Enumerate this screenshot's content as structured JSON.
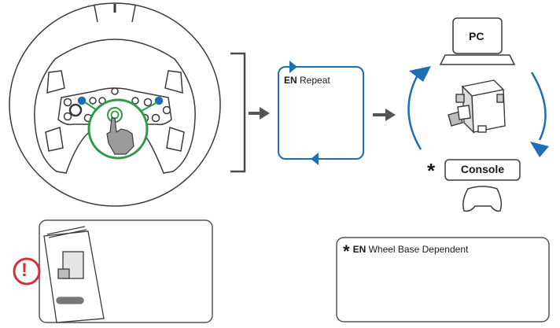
{
  "repeat": {
    "lang": "EN",
    "text": "Repeat"
  },
  "pc": {
    "label": "PC"
  },
  "console": {
    "label": "Console"
  },
  "note": {
    "symbol": "*",
    "lang": "EN",
    "text": "Wheel Base Dependent"
  },
  "warning": {
    "symbol": "!"
  },
  "colors": {
    "accent_blue": "#1c6fb3",
    "press_green": "#2e9a48",
    "warning_red": "#d1303a",
    "outline": "#4a4a4a"
  }
}
